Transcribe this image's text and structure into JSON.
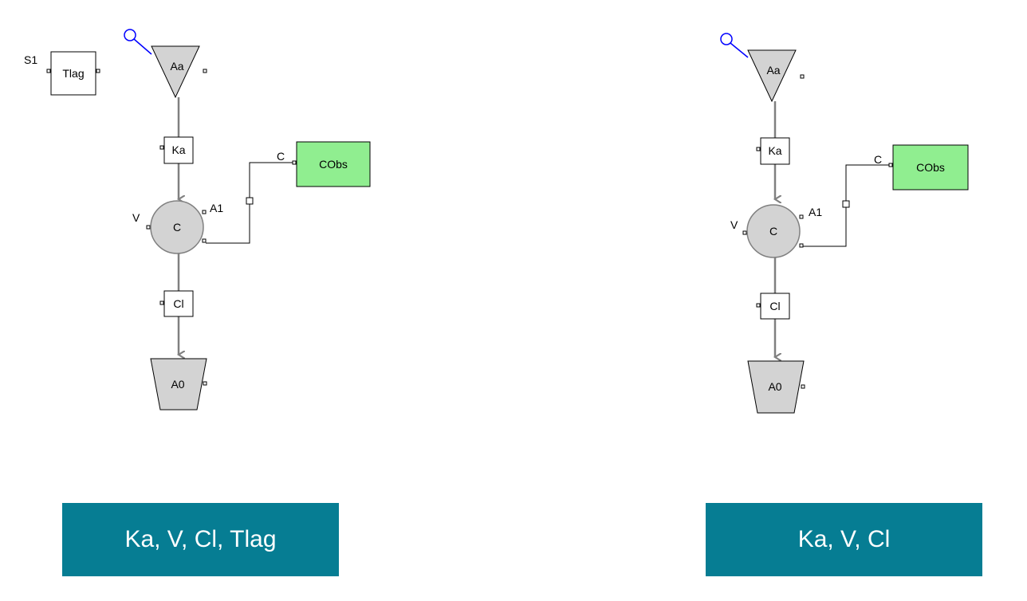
{
  "colors": {
    "background": "#ffffff",
    "banner": "#067d93",
    "banner_text": "#ffffff",
    "compartment_fill": "#d3d3d3",
    "observation_fill": "#90ee90",
    "edge": "#808080",
    "dose_handle": "#0000ff"
  },
  "diagrams": [
    {
      "nodes": {
        "dose_compartment": "Aa",
        "absorption_rate": "Ka",
        "central_compartment": "C",
        "clearance": "Cl",
        "elimination_compartment": "A0",
        "observation": "CObs",
        "lag_time": "Tlag"
      },
      "port_labels": {
        "volume": "V",
        "amount": "A1",
        "observation_input": "C",
        "lag_input": "S1"
      },
      "banner": "Ka, V, Cl, Tlag"
    },
    {
      "nodes": {
        "dose_compartment": "Aa",
        "absorption_rate": "Ka",
        "central_compartment": "C",
        "clearance": "Cl",
        "elimination_compartment": "A0",
        "observation": "CObs"
      },
      "port_labels": {
        "volume": "V",
        "amount": "A1",
        "observation_input": "C"
      },
      "banner": "Ka, V, Cl"
    }
  ]
}
